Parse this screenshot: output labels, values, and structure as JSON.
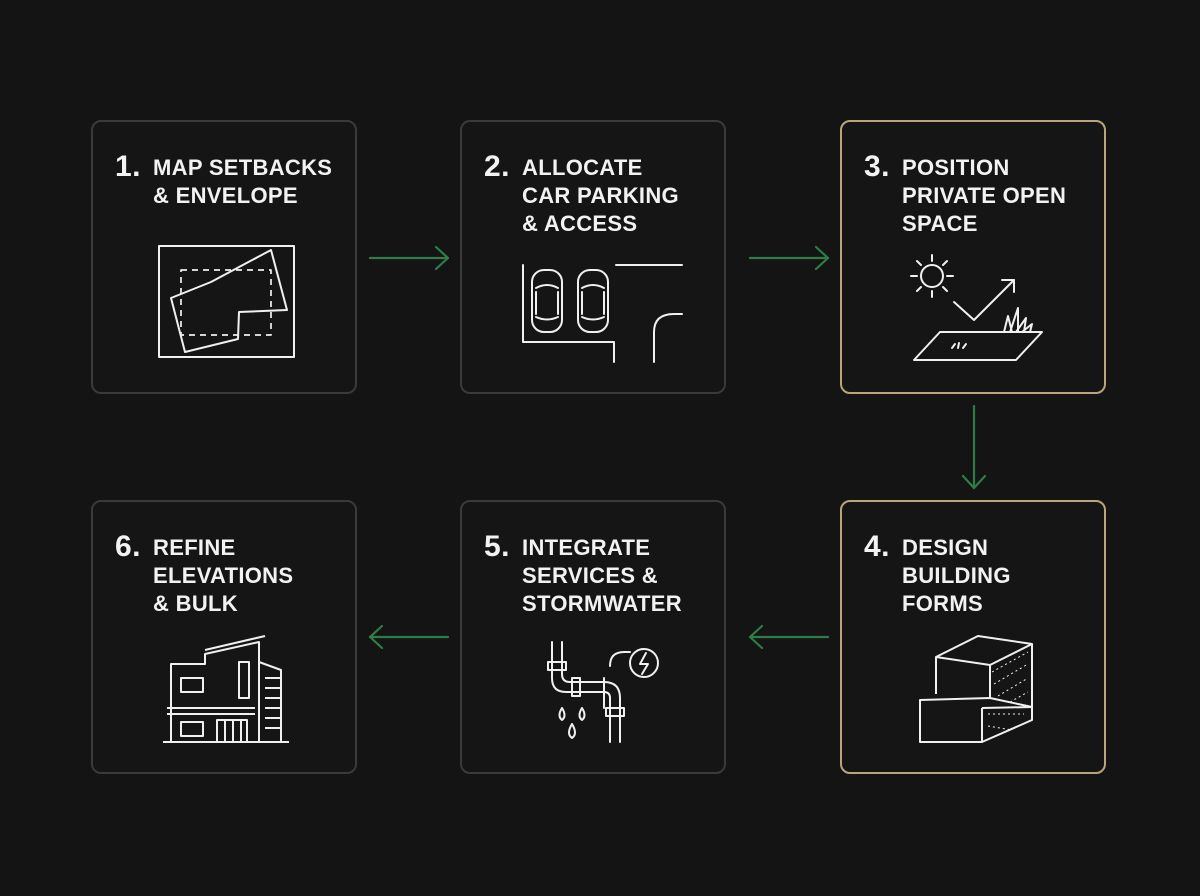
{
  "steps": [
    {
      "number": "1.",
      "lines": [
        "MAP SETBACKS",
        "& ENVELOPE"
      ],
      "icon": "site-plan-icon"
    },
    {
      "number": "2.",
      "lines": [
        "ALLOCATE",
        "CAR PARKING",
        "& ACCESS"
      ],
      "icon": "car-parking-icon"
    },
    {
      "number": "3.",
      "lines": [
        "POSITION",
        "PRIVATE OPEN",
        "SPACE"
      ],
      "icon": "sun-garden-icon"
    },
    {
      "number": "4.",
      "lines": [
        "DESIGN",
        "BUILDING",
        "FORMS"
      ],
      "icon": "building-blocks-icon"
    },
    {
      "number": "5.",
      "lines": [
        "INTEGRATE",
        "SERVICES &",
        "STORMWATER"
      ],
      "icon": "pipes-services-icon"
    },
    {
      "number": "6.",
      "lines": [
        "REFINE",
        "ELEVATIONS",
        "& BULK"
      ],
      "icon": "house-elevation-icon"
    }
  ],
  "colors": {
    "background": "#141414",
    "card_border": "#3a3a3a",
    "highlight_border": "#b9a57a",
    "arrow": "#2e7d46",
    "text": "#f2f2f2"
  }
}
